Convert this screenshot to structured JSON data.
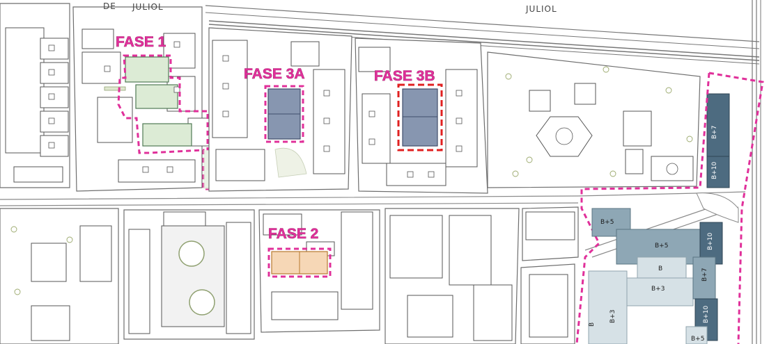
{
  "street_labels": {
    "left": "JULIOL",
    "right": "JULIOL",
    "prefix": "DE"
  },
  "phases": {
    "fase_1": "FASE 1",
    "fase_2": "FASE 2",
    "fase_3a": "FASE 3A",
    "fase_3b": "FASE 3B"
  },
  "building_heights": {
    "east_top": "B+7",
    "east_mid": "B+10",
    "plaza_left": "B+5",
    "mid_right_top": "B+10",
    "mid_center_top": "B+5",
    "mid_center": "B",
    "mid_center_low": "B+3",
    "mid_right_mid": "B+7",
    "mid_right_low": "B+10",
    "south_b": "B",
    "south_b3": "B+3",
    "south_b5": "B+5"
  },
  "colors": {
    "phase_outline": "#e0309a",
    "phase_3b_outline": "#e02020",
    "fase1_fill": "#dcebd5",
    "fase3_fill": "#8796b0",
    "fase2_fill": "#f6d7b6",
    "proposed_dark": "#4d6b80",
    "proposed_mid": "#8ea7b5",
    "proposed_light": "#d6e1e6"
  }
}
